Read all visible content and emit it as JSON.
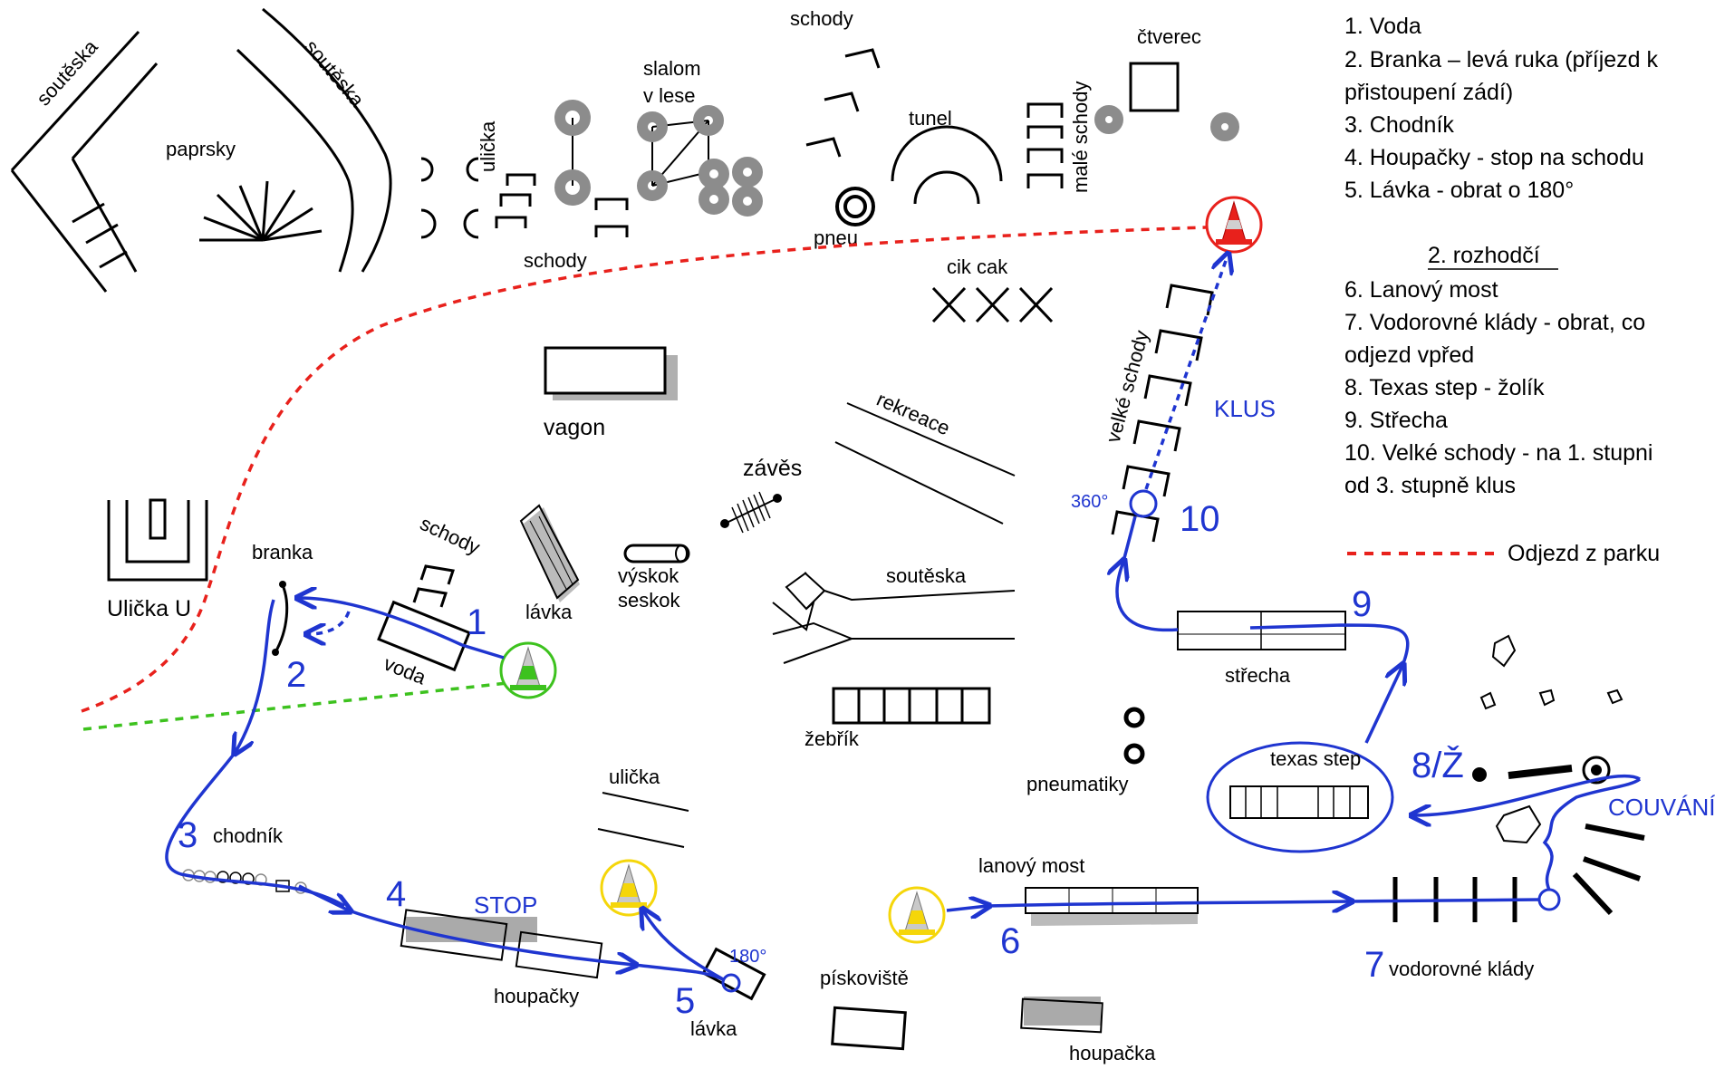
{
  "labels": {
    "souteska1": "soutěska",
    "souteska2": "soutěska",
    "paprsky": "paprsky",
    "ulicka_top": "ulička",
    "schody_top_left": "schody",
    "slalom_line1": "slalom",
    "slalom_line2": "v lese",
    "schody_top": "schody",
    "pneu": "pneu",
    "tunel": "tunel",
    "male_schody": "malé schody",
    "ctverec": "čtverec",
    "cik_cak": "cik cak",
    "vagon": "vagon",
    "ulicka_u": "Ulička U",
    "branka": "branka",
    "schody_mid": "schody",
    "voda": "voda",
    "lavka_mid": "lávka",
    "vyskok_line1": "výskok",
    "vyskok_line2": "seskok",
    "zaves": "závěs",
    "rekreace": "rekreace",
    "souteska3": "soutěska",
    "zebrik": "žebřík",
    "velke_schody": "velké schody",
    "strecha": "střecha",
    "texas_step": "texas step",
    "pneumatiky": "pneumatiky",
    "chodnik": "chodník",
    "ulicka_bottom": "ulička",
    "houpacky": "houpačky",
    "lavka_bottom": "lávka",
    "piskoviste": "pískoviště",
    "houpacka": "houpačka",
    "lanovy_most": "lanový most",
    "vodorovne_klady": "vodorovné klády"
  },
  "route_marks": {
    "n1": "1",
    "n2": "2",
    "n3": "3",
    "n4": "4",
    "n5": "5",
    "n6": "6",
    "n7": "7",
    "n8": "8/Ž",
    "n9": "9",
    "n10": "10",
    "stop": "STOP",
    "klus": "KLUS",
    "couvani": "COUVÁNÍ",
    "deg180": "180°",
    "deg360": "360°"
  },
  "legend": {
    "judge1_items": [
      "1. Voda",
      "2. Branka – levá ruka (příjezd k",
      "přistoupení zádí)",
      "3. Chodník",
      "4. Houpačky - stop na schodu",
      "5. Lávka - obrat o 180°"
    ],
    "judge2_heading": "2. rozhodčí",
    "judge2_items": [
      "6. Lanový most",
      "7. Vodorovné klády - obrat, co",
      "odjezd vpřed",
      "8. Texas step - žolík",
      "9. Střecha",
      "10. Velké schody - na 1. stupni",
      "od 3. stupně klus"
    ],
    "exit_label": "Odjezd z parku"
  },
  "colors": {
    "route": "#1f35d0",
    "exit_line": "#e8211c",
    "entry_line": "#3dc21e",
    "start_cone_ring": "#3dc21e",
    "mid_cone_ring": "#f5d60a",
    "end_cone_ring": "#e8211c",
    "obstacle_grey": "#8c8c8c"
  }
}
